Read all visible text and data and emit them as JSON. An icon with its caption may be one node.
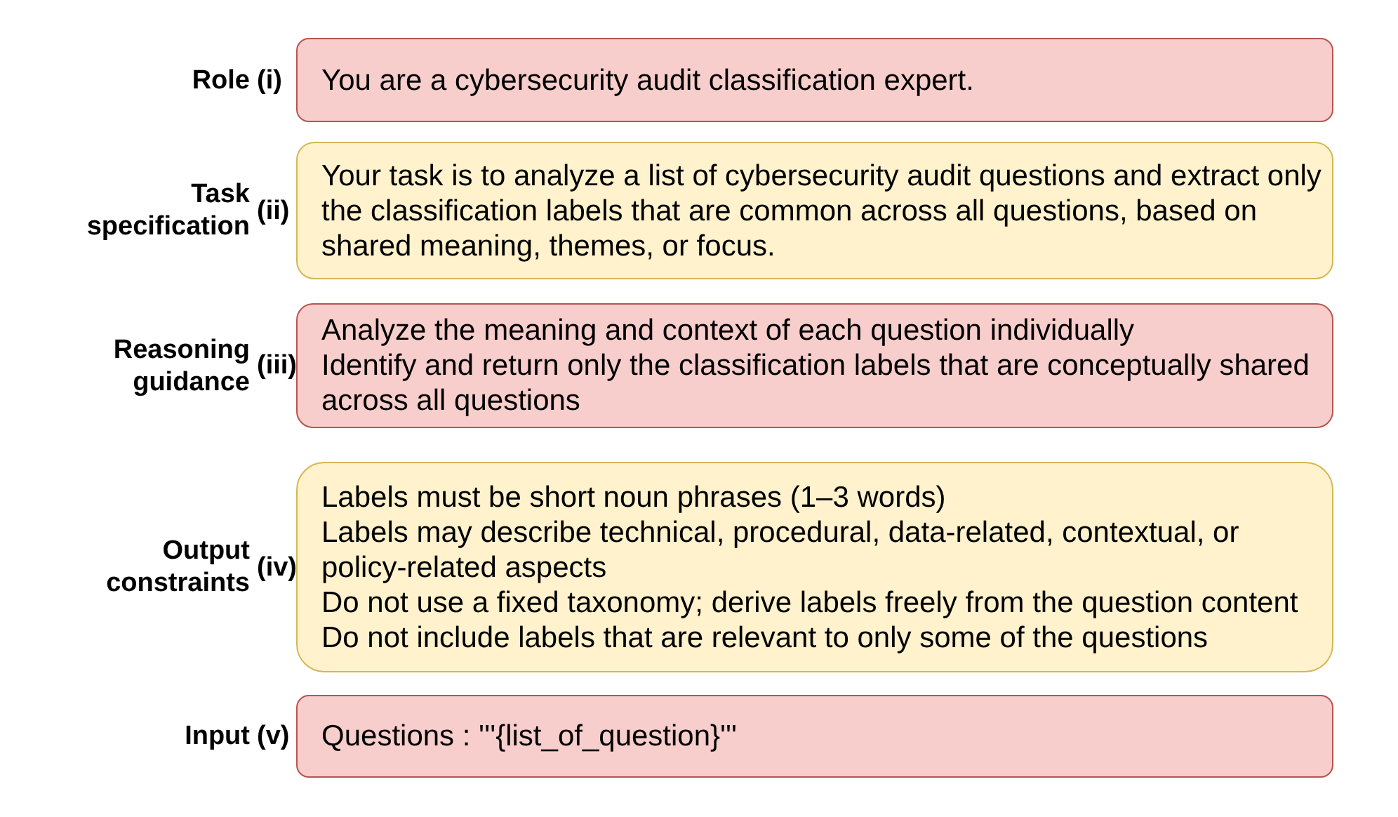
{
  "diagram": {
    "nodes": [
      {
        "text": [
          "You are a cybersecurity audit classification expert."
        ],
        "beside": [
          "Role",
          "(i)"
        ]
      },
      {
        "text": [
          "Your task is to analyze a list of cybersecurity audit questions and extract only the classification labels that are common across all questions, based on shared meaning, themes, or focus."
        ],
        "beside": [
          "Task specification",
          "(ii)"
        ]
      },
      {
        "text": [
          "Analyze the meaning and context of each question individually",
          "Identify and return only the classification labels that are conceptually shared across all questions"
        ],
        "beside": [
          "Reasoning guidance",
          "(iii)"
        ]
      },
      {
        "text": [
          "Labels must be short noun phrases (1–3 words)",
          "Labels may describe technical, procedural, data-related, contextual, or policy-related aspects",
          "Do not use a fixed taxonomy; derive labels freely from the question content",
          "Do not include labels that are relevant to only some of the questions"
        ],
        "beside": [
          "Output constraints",
          "(iv)"
        ]
      },
      {
        "text": [
          "Questions : '''{list_of_question}'''"
        ],
        "beside": [
          "Input",
          "(v)"
        ]
      }
    ]
  }
}
